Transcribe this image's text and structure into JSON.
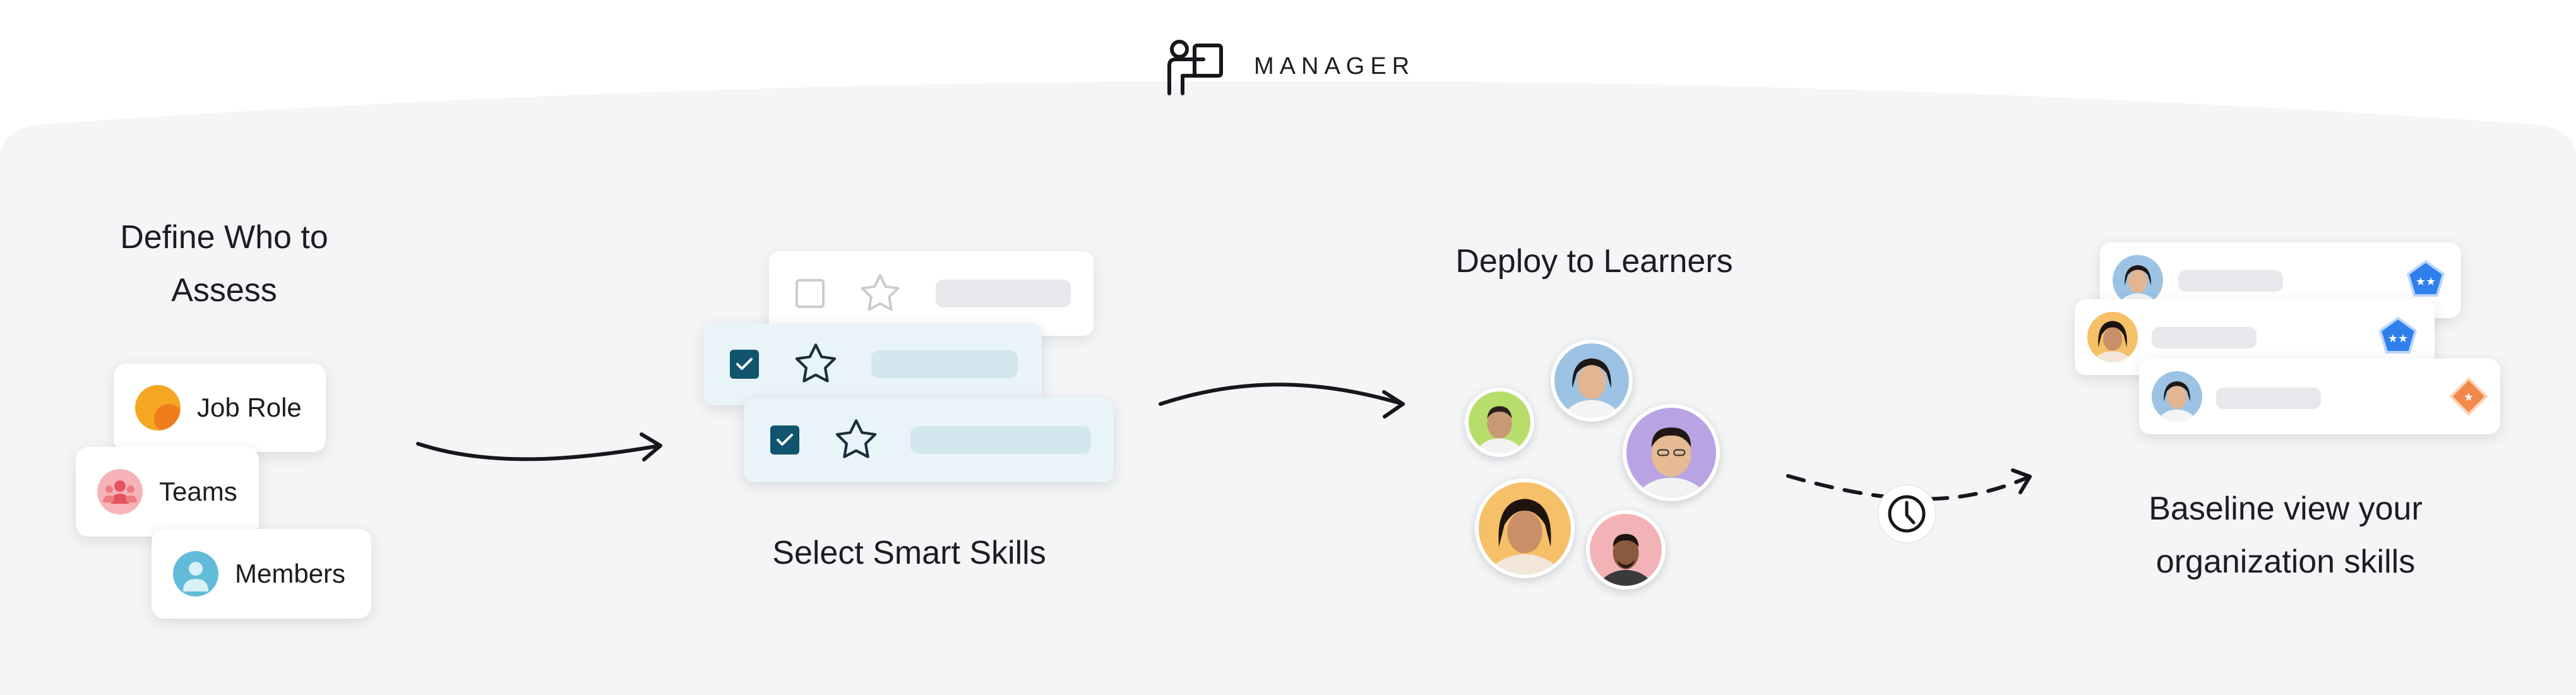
{
  "header": {
    "title": "MANAGER",
    "icon": "presenter-icon"
  },
  "steps": {
    "define": {
      "title": "Define Who to Assess",
      "title_lines": [
        "Define Who to",
        "Assess"
      ],
      "options": [
        {
          "label": "Job Role",
          "icon": "job-role-icon"
        },
        {
          "label": "Teams",
          "icon": "teams-icon"
        },
        {
          "label": "Members",
          "icon": "members-icon"
        }
      ]
    },
    "select": {
      "title": "Select Smart Skills",
      "rows": [
        {
          "checked": false,
          "icon": "star-icon"
        },
        {
          "checked": true,
          "icon": "star-icon"
        },
        {
          "checked": true,
          "icon": "star-icon"
        }
      ]
    },
    "deploy": {
      "title": "Deploy to Learners",
      "learner_count": 5
    },
    "baseline": {
      "title": "Baseline view your organization skills",
      "title_lines": [
        "Baseline view your",
        "organization skills"
      ],
      "cards": [
        {
          "badge": "blue-pentagon-badge-icon"
        },
        {
          "badge": "blue-pentagon-badge-icon"
        },
        {
          "badge": "orange-diamond-badge-icon"
        }
      ]
    },
    "timing_icon": "clock-icon"
  },
  "colors": {
    "panel": "#f4f5f6",
    "checkbox": "#10546e",
    "badge_blue": "#2f80ed",
    "badge_orange": "#f2894b"
  }
}
